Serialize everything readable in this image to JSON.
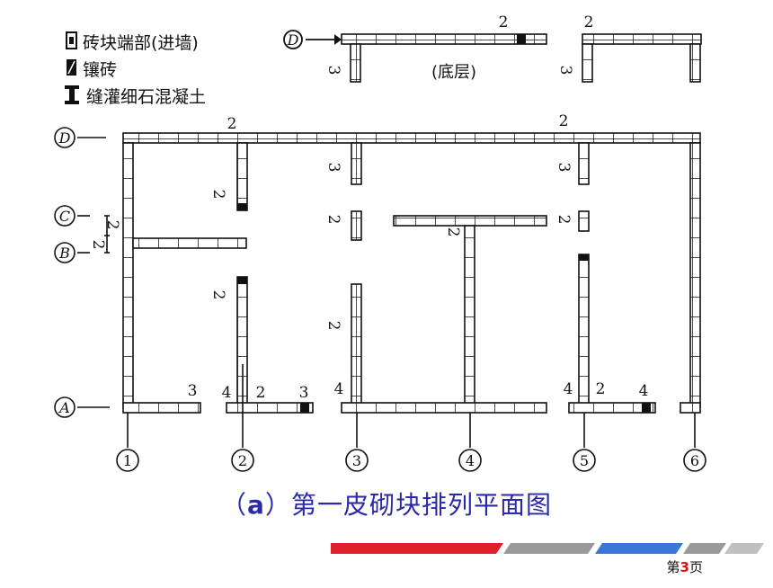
{
  "legend": {
    "brick_end": "砖块端部(进墙)",
    "inlay_brick": "镶砖",
    "grout": "缝灌细石混凝土"
  },
  "inset": {
    "axis": "D",
    "label": "(底层)",
    "nums": [
      "2",
      "2",
      "3",
      "3"
    ]
  },
  "axes": {
    "rows": [
      "D",
      "C",
      "B",
      "A"
    ],
    "cols": [
      "1",
      "2",
      "3",
      "4",
      "5",
      "6"
    ]
  },
  "plan_labels": {
    "top_left": "2",
    "top_right": "2",
    "c2_upper": "2",
    "c3_top": "3",
    "c5_top": "3",
    "c3_mid": "2",
    "c5_mid": "2",
    "c4_t": "2",
    "cb_a": "2",
    "cb_b": "2",
    "c2_lower": "2",
    "c3_lower": "2",
    "a1_r": "3",
    "a2_l": "4",
    "a2_m": "2",
    "a2_r": "3",
    "a3_l": "4",
    "a5_l": "4",
    "a5_m": "2",
    "a5_r": "4"
  },
  "caption": {
    "open": "（",
    "letter": "a",
    "close": "）",
    "text": "第一皮砌块排列平面图"
  },
  "page": {
    "prefix": "第",
    "num": "3",
    "suffix": "页"
  }
}
